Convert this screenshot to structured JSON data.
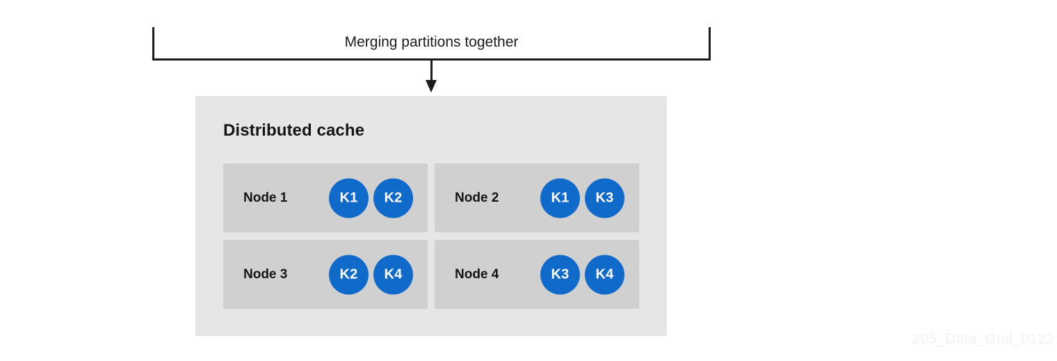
{
  "diagram": {
    "caption": "Merging partitions together",
    "arrow": "down-arrow-icon",
    "panel": {
      "title": "Distributed cache",
      "nodes": [
        {
          "label": "Node 1",
          "keys": [
            "K1",
            "K2"
          ]
        },
        {
          "label": "Node 2",
          "keys": [
            "K1",
            "K3"
          ]
        },
        {
          "label": "Node 3",
          "keys": [
            "K2",
            "K4"
          ]
        },
        {
          "label": "Node 4",
          "keys": [
            "K3",
            "K4"
          ]
        }
      ]
    },
    "watermark": "205_Data_Grid_0122",
    "colors": {
      "panel_background": "#e6e6e6",
      "node_background": "#d0d0d0",
      "key_badge": "#0f6ac9",
      "line": "#1b1b1b",
      "text": "#151515",
      "watermark": "#f2f2f2"
    }
  }
}
